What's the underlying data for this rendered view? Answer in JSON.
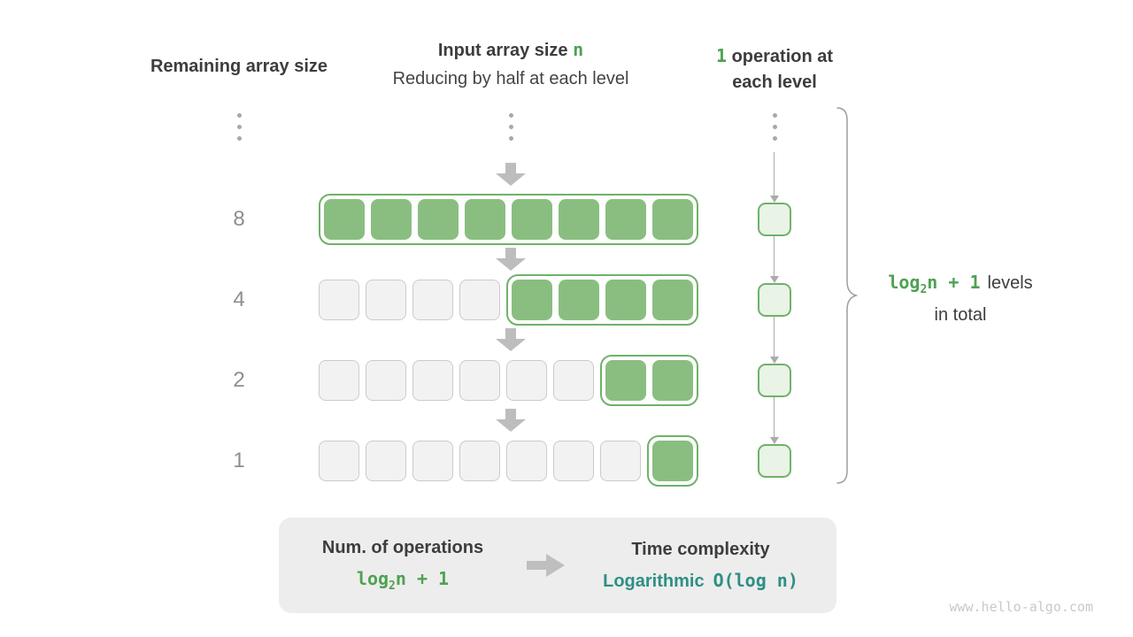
{
  "colors": {
    "green_fill": "#8ABE81",
    "green_border": "#6FB269",
    "green_light": "#E9F3E6",
    "green_text": "#4EA251",
    "teal_text": "#2E8F84",
    "gray_cell_fill": "#F2F2F2",
    "gray_cell_border": "#CBCBCB",
    "arrow_gray": "#BDBDBD",
    "connector_gray": "#ABABAB",
    "text_dark": "#3D3D3D",
    "text_gray": "#8E8E8E",
    "summary_box_bg": "#EDEDED",
    "watermark_gray": "#C9C9C9",
    "brace_gray": "#9E9E9E"
  },
  "headers": {
    "left": "Remaining array size",
    "center_title": {
      "prefix": "Input array size ",
      "highlight": "n"
    },
    "center_subtitle": "Reducing by half at each level",
    "right": {
      "highlight": "1",
      "line1_rest": " operation at",
      "line2": "each level"
    }
  },
  "icons": {
    "ellipsis": "vertical-ellipsis",
    "down_arrow": "thick-down-arrow",
    "right_arrow": "thick-right-arrow",
    "brace": "right-curly-brace"
  },
  "levels": [
    {
      "label": "8",
      "gray_cells": 0,
      "green_cells": 8
    },
    {
      "label": "4",
      "gray_cells": 4,
      "green_cells": 4
    },
    {
      "label": "2",
      "gray_cells": 6,
      "green_cells": 2
    },
    {
      "label": "1",
      "gray_cells": 7,
      "green_cells": 1
    }
  ],
  "brace_label": {
    "formula": {
      "fn": "log",
      "sub": "2",
      "rest": "n + 1"
    },
    "line1_text": "levels",
    "line2_text": "in total"
  },
  "summary": {
    "operations": {
      "title": "Num. of operations",
      "formula": {
        "fn": "log",
        "sub": "2",
        "rest": "n + 1"
      }
    },
    "complexity": {
      "title": "Time complexity",
      "name": "Logarithmic",
      "big_o": "O(log n)"
    }
  },
  "watermark": "www.hello-algo.com"
}
